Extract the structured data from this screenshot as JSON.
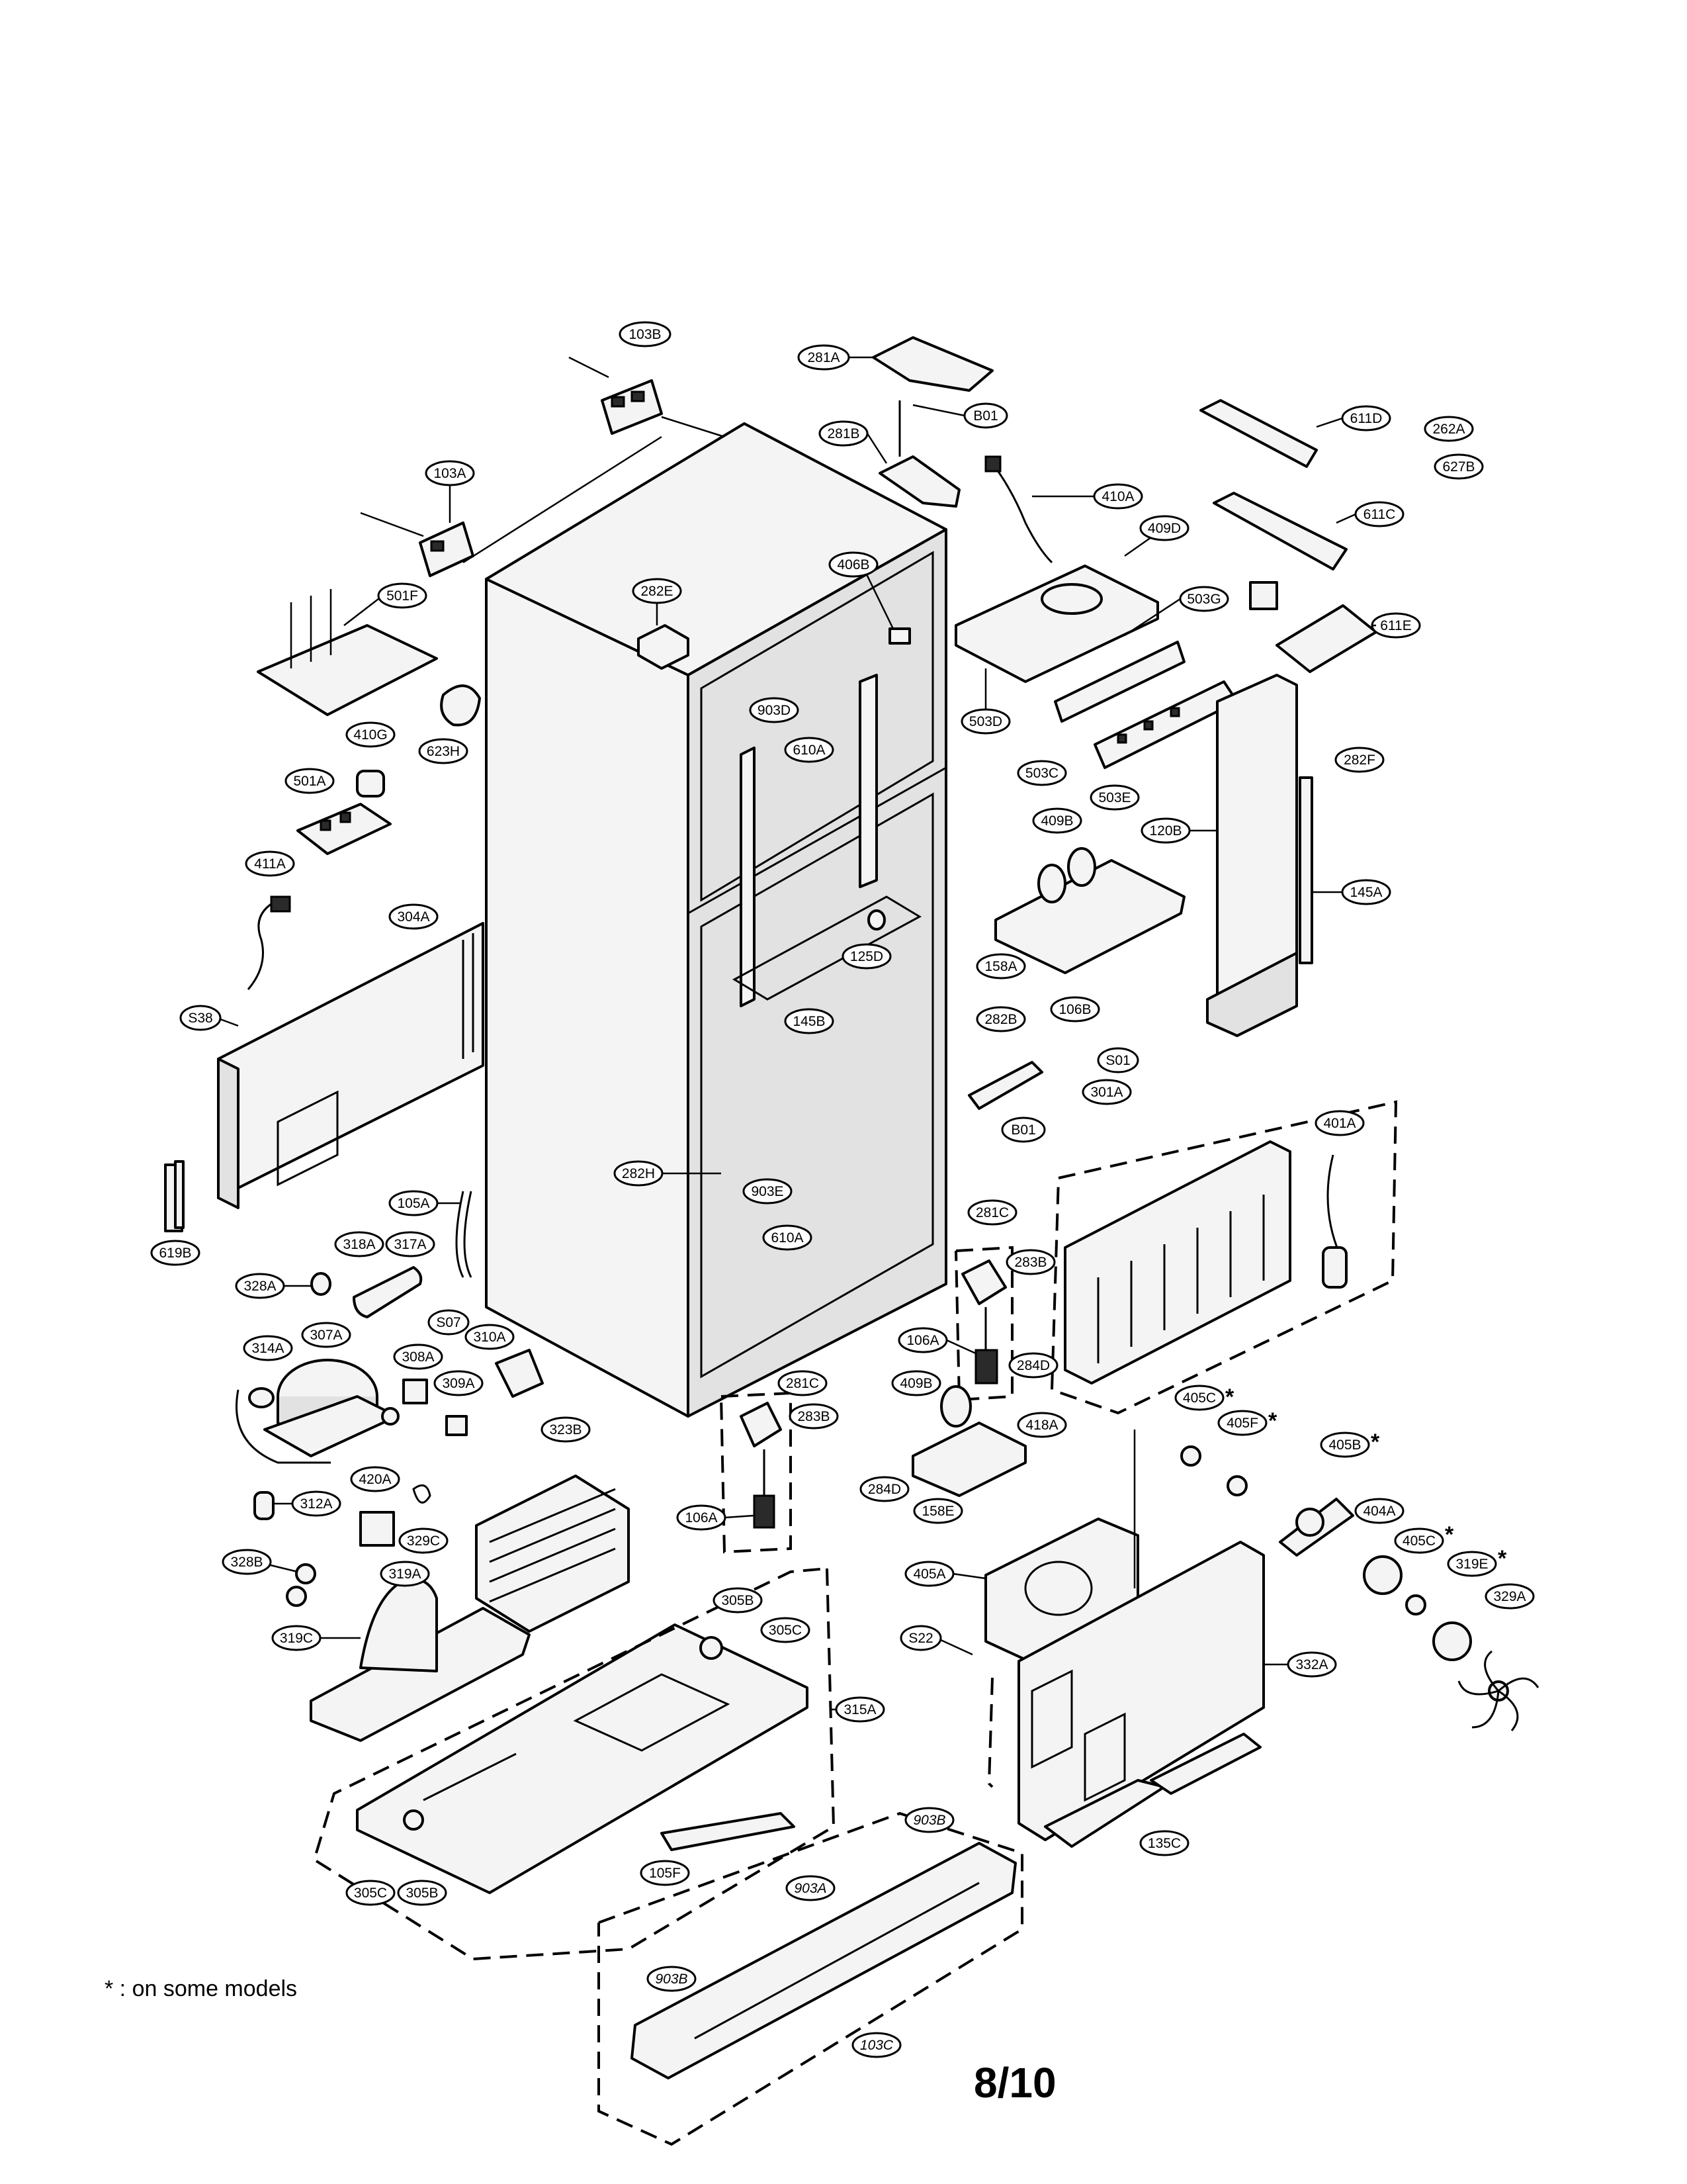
{
  "labels": {
    "103B": "103B",
    "281A": "281A",
    "B01": "B01",
    "611D": "611D",
    "262A": "262A",
    "627B": "627B",
    "103A": "103A",
    "281B": "281B",
    "410A": "410A",
    "611C": "611C",
    "409D": "409D",
    "406B": "406B",
    "282E": "282E",
    "503G": "503G",
    "611E": "611E",
    "501F": "501F",
    "903D": "903D",
    "503D": "503D",
    "610A": "610A",
    "410G": "410G",
    "623H": "623H",
    "503C": "503C",
    "282F": "282F",
    "501A": "501A",
    "503E": "503E",
    "409B": "409B",
    "120B": "120B",
    "411A": "411A",
    "145A": "145A",
    "304A": "304A",
    "125D": "125D",
    "158A": "158A",
    "S38": "S38",
    "145B": "145B",
    "282B": "282B",
    "106B": "106B",
    "S01": "S01",
    "301A": "301A",
    "401A": "401A",
    "282H": "282H",
    "903E": "903E",
    "105A": "105A",
    "281C": "281C",
    "619B": "619B",
    "318A": "318A",
    "317A": "317A",
    "283B": "283B",
    "328A": "328A",
    "S07": "S07",
    "106A": "106A",
    "284D": "284D",
    "314A": "314A",
    "307A": "307A",
    "310A": "310A",
    "308A": "308A",
    "418A": "418A",
    "309A": "309A",
    "405C": "405C",
    "405F": "405F",
    "323B": "323B",
    "405B": "405B",
    "420A": "420A",
    "158E": "158E",
    "312A": "312A",
    "404A": "404A",
    "329C": "329C",
    "319E": "319E",
    "328B": "328B",
    "319A": "319A",
    "405A": "405A",
    "329A": "329A",
    "305B": "305B",
    "319C": "319C",
    "305C": "305C",
    "S22": "S22",
    "332A": "332A",
    "315A": "315A",
    "903B": "903B",
    "105F": "105F",
    "135C": "135C",
    "903A": "903A",
    "103C": "103C"
  },
  "asterisk": "*",
  "footnote": "* : on some models",
  "page_number": "8/10"
}
